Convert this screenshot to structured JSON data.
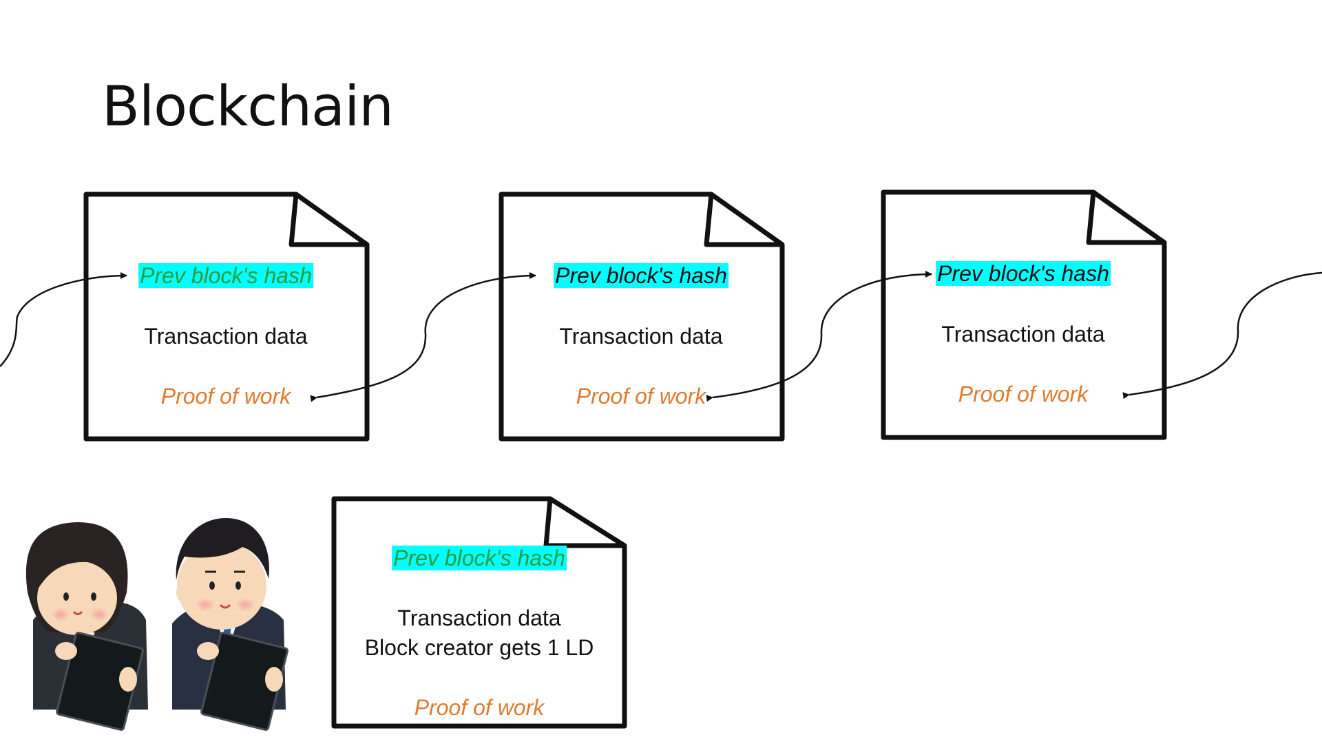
{
  "slide": {
    "title": "Blockchain"
  },
  "blocks": [
    {
      "hash": "Prev block's hash",
      "transactions": "Transaction data",
      "proof": "Proof of work"
    },
    {
      "hash": "Prev block's hash",
      "transactions": "Transaction data",
      "proof": "Proof of work"
    },
    {
      "hash": "Prev block's hash",
      "transactions": "Transaction data",
      "proof": "Proof of work"
    }
  ],
  "new_block": {
    "hash": "Prev block's hash",
    "transactions": "Transaction data",
    "reward": "Block creator gets 1 LD",
    "proof": "Proof of work"
  },
  "colors": {
    "hash_highlight": "#00ffff",
    "hash_text_green": "#2e9a3e",
    "proof_text": "#e07a2c",
    "outline": "#111111"
  },
  "people": [
    {
      "icon": "businesswoman-with-tablet-icon"
    },
    {
      "icon": "businessman-with-tablet-icon"
    }
  ]
}
